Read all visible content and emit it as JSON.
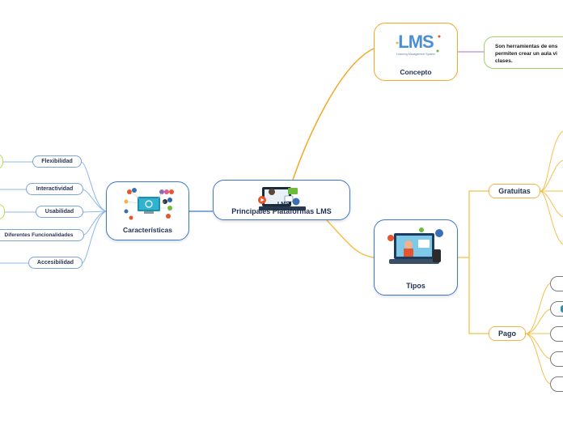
{
  "central": {
    "title": "Principales Plataformas LMS",
    "icon": "lms-laptop-illustration",
    "lms_text": "LMS"
  },
  "concepto": {
    "title": "Concepto",
    "logo_text": "LMS",
    "logo_subtitle": "Learning Management System",
    "note_line1": "Son herramientas de ens",
    "note_line2": "permiten crear un aula vi",
    "note_line3": "clases."
  },
  "caracteristicas": {
    "title": "Características",
    "icon": "devices-network-illustration",
    "items": [
      "Flexibilidad",
      "Interactividad",
      "Usabilidad",
      "Diferentes Funcionalidades",
      "Accesibilidad"
    ]
  },
  "tipos": {
    "title": "Tipos",
    "icon": "online-learning-illustration",
    "gratuitas": "Gratuitas",
    "pago": "Pago"
  },
  "colors": {
    "concept_branch": "#f5a623",
    "tipos_branch": "#f5c04a",
    "caracteristicas_branch": "#3d78c6",
    "sub_branch": "#8fb8e6",
    "note_branch": "#c48ad6",
    "green_branch": "#b8e04a"
  }
}
